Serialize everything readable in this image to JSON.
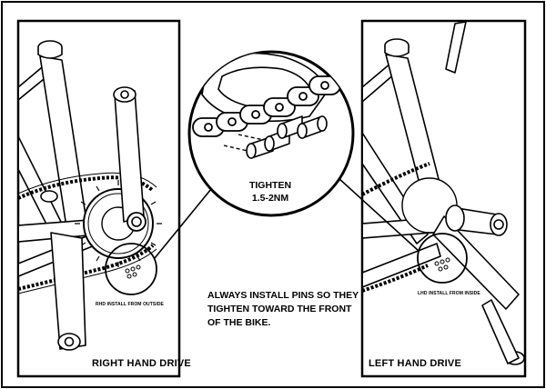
{
  "panels": {
    "right": {
      "title": "RIGHT HAND DRIVE",
      "note": "RHD INSTALL FROM OUTSIDE"
    },
    "left": {
      "title": "LEFT HAND DRIVE",
      "note": "LHD INSTALL FROM INSIDE"
    }
  },
  "zoom": {
    "line1": "TIGHTEN",
    "line2": "1.5-2NM"
  },
  "instruction": {
    "line1": "ALWAYS INSTALL PINS SO THEY",
    "line2": "TIGHTEN TOWARD THE FRONT",
    "line3": "OF THE BIKE."
  },
  "colors": {
    "ink": "#000000",
    "paper": "#ffffff"
  }
}
